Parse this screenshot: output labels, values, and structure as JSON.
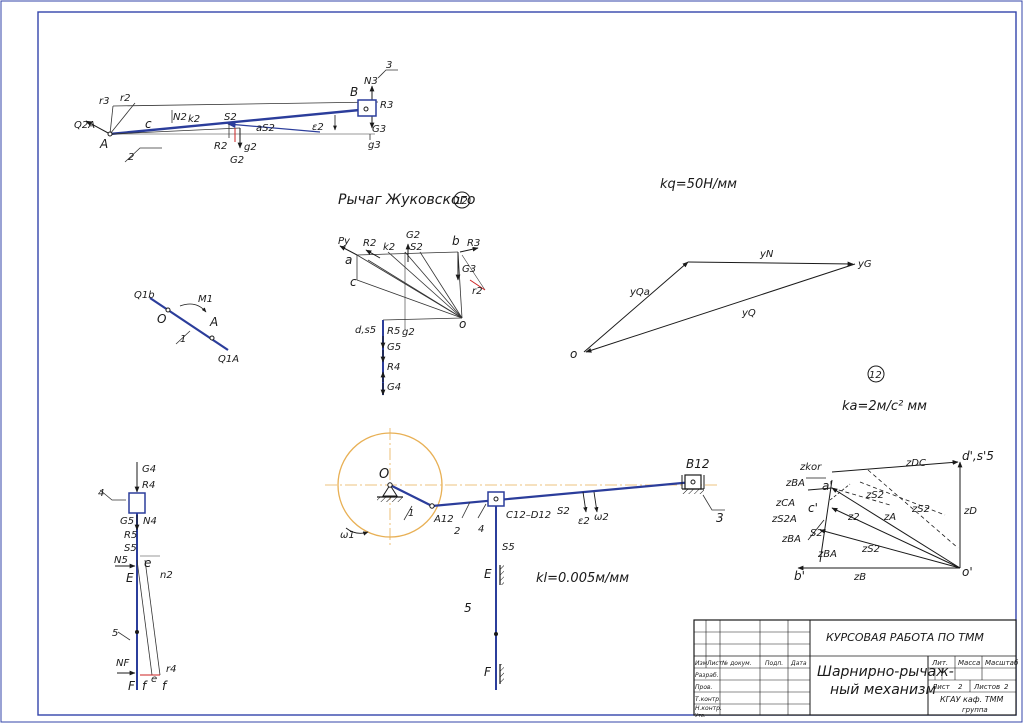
{
  "colors": {
    "frame": "#3344aa",
    "link": "#2b3d9b",
    "ink": "#1a1a1a",
    "crank_circle": "#e8b055",
    "red_accent": "#cc2222",
    "thin": "#333333"
  },
  "view1": {
    "labels": {
      "r3": "r3",
      "r2": "r2",
      "N2": "N2",
      "k2": "k2",
      "S2": "S2",
      "B": "B",
      "N3": "N3",
      "n3": "3",
      "R3": "R3",
      "Q2A": "Q2A",
      "c": "c",
      "aS2": "aS2",
      "e2": "ε2",
      "G3": "G3",
      "g3": "g3",
      "A": "A",
      "n2": "2",
      "R2": "R2",
      "g2": "g2",
      "G2": "G2"
    }
  },
  "zhukovsky": {
    "title": "Рычаг Жуковского",
    "badge": "12",
    "labels": {
      "Py": "Py",
      "R2": "R2",
      "G2": "G2",
      "S2": "S2",
      "b": "b",
      "R3": "R3",
      "a": "a",
      "k2": "k2",
      "G3": "G3",
      "c": "c",
      "r2": "r2",
      "dS5": "d,s5",
      "R5": "R5",
      "G5": "G5",
      "R4": "R4",
      "G4": "G4",
      "g2": "g2",
      "o": "o"
    }
  },
  "force_poly": {
    "scale": "kq=50Н/мм",
    "labels": {
      "o": "o",
      "yQa": "yQa",
      "yN": "yN",
      "yG": "yG",
      "yQ": "yQ"
    }
  },
  "accel_poly": {
    "badge": "12",
    "scale": "ka=2м/с² мм",
    "labels": {
      "d": "d',s'5",
      "zkor": "zkor",
      "zBAn": "zBA",
      "a": "a'",
      "zS2": "zS2",
      "zDC": "zDC",
      "zCA": "zCA",
      "c": "c'",
      "zS2n": "zS2",
      "zD": "zD",
      "zS2A": "zS2A",
      "eps": "z2",
      "zA": "zA",
      "S2": "S2'",
      "zBA": "zBA",
      "zBAt": "zBA",
      "zS2b": "zS2",
      "b": "b'",
      "zB": "zB",
      "o": "o'"
    }
  },
  "link5_view": {
    "labels": {
      "G4": "G4",
      "R4": "R4",
      "n4": "4",
      "G5": "G5",
      "N4": "N4",
      "R5": "R5",
      "S5": "S5",
      "N5": "N5",
      "e": "e",
      "n2": "n2",
      "E": "E",
      "n5": "5",
      "NF": "NF",
      "r4": "r4",
      "F": "F",
      "f": "f",
      "fe": "e",
      "f2": "f"
    }
  },
  "mechanism": {
    "scale": "kl=0.005м/мм",
    "labels": {
      "O": "O",
      "B12": "B12",
      "n1": "1",
      "A12": "A12",
      "n2": "2",
      "n4": "4",
      "C12": "C12–D12",
      "S2": "S2",
      "e2": "ε2",
      "w2": "ω2",
      "n3": "3",
      "w1": "ω1",
      "S5": "S5",
      "E": "E",
      "n5": "5",
      "F": "F"
    }
  },
  "crank_view": {
    "labels": {
      "Q1b": "Q1b",
      "M1": "M1",
      "O": "O",
      "A": "A",
      "n1": "1",
      "Q1A": "Q1A"
    }
  },
  "title_block": {
    "course": "КУРСОВАЯ РАБОТА ПО ТММ",
    "name_l1": "Шарнирно-рычаж-",
    "name_l2": "ный механизм",
    "col_izm": "Изм",
    "col_list": "Лист",
    "col_doc": "№ докум.",
    "col_sign": "Подп.",
    "col_date": "Дата",
    "row_razrab": "Разраб.",
    "row_prov": "Пров.",
    "row_tkontr": "Т.контр.",
    "row_nkontr": "Н.контр.",
    "row_utv": "Утв.",
    "lit": "Лит.",
    "mass": "Масса",
    "scale": "Масштаб",
    "sheet": "Лист",
    "sheet_num": "2",
    "sheets": "Листов",
    "sheets_num": "2",
    "org": "КГАУ каф. ТММ",
    "group": "группа"
  }
}
